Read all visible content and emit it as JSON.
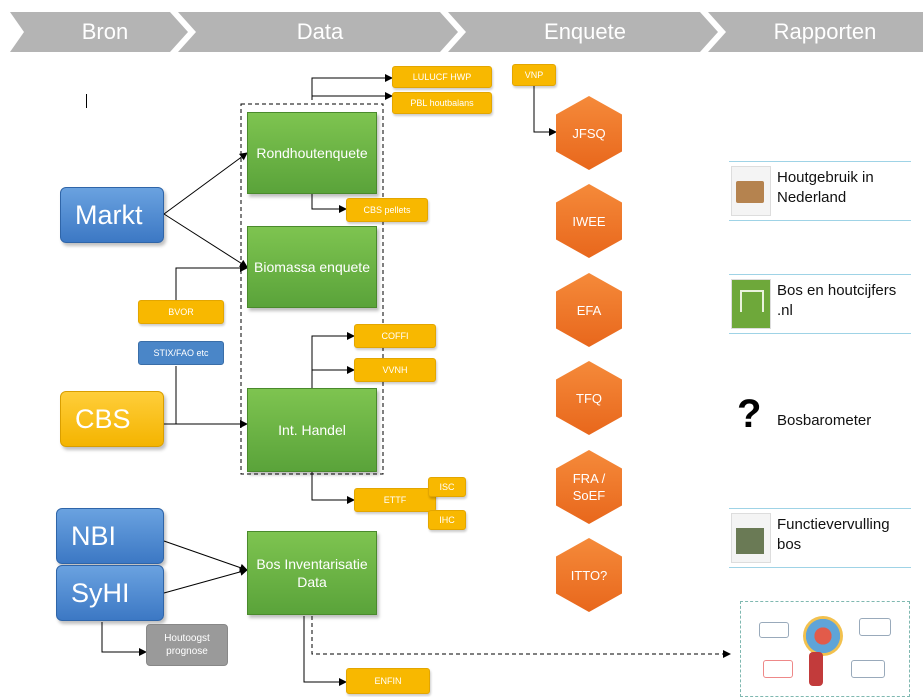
{
  "header": {
    "steps": [
      "Bron",
      "Data",
      "Enquete",
      "Rapporten"
    ]
  },
  "sources": {
    "markt": "Markt",
    "cbs": "CBS",
    "nbi": "NBI",
    "syhi": "SyHI"
  },
  "data_boxes": {
    "rondhout": "Rondhoutenquete",
    "biomassa": "Biomassa enquete",
    "handel": "Int. Handel",
    "bos_inv": "Bos Inventarisatie Data"
  },
  "tags": {
    "lulucf": "LULUCF HWP",
    "pbl": "PBL houtbalans",
    "cbs_pellets": "CBS pellets",
    "bvor": "BVOR",
    "stix": "STIX/FAO etc",
    "coffi": "COFFI",
    "vvnh": "VVNH",
    "ettf": "ETTF",
    "isc": "ISC",
    "ihc": "IHC",
    "vnp": "VNP",
    "enfin": "ENFIN",
    "houtoogst": "Houtoogst prognose"
  },
  "enquetes": [
    "JFSQ",
    "IWEE",
    "EFA",
    "TFQ",
    "FRA / SoEF",
    "ITTO?"
  ],
  "reports": [
    {
      "title": "Houtgebruik in Nederland"
    },
    {
      "title": "Bos en houtcijfers .nl"
    },
    {
      "title": "Bosbarometer",
      "icon": "question-mark"
    },
    {
      "title": "Functievervulling bos"
    }
  ],
  "colors": {
    "header_gray": "#b4b4b4",
    "blue": "#3c78c4",
    "yellow": "#f4b400",
    "green": "#5aa33a",
    "orange": "#e8671c"
  }
}
